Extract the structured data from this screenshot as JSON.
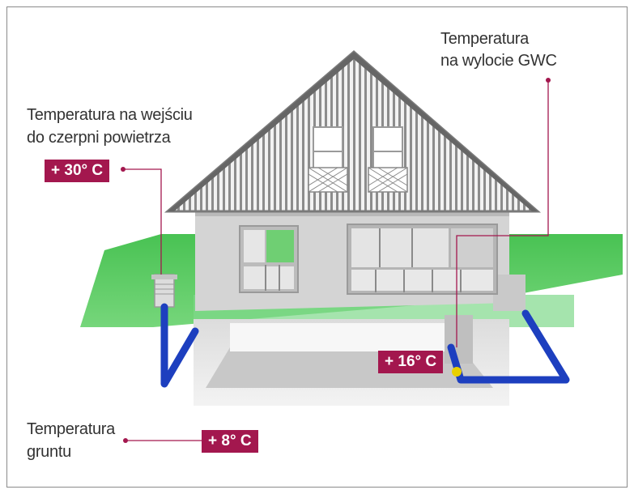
{
  "labels": {
    "intake_line1": "Temperatura na wejściu",
    "intake_line2": "do czerpni powietrza",
    "outlet_line1": "Temperatura",
    "outlet_line2": "na wylocie GWC",
    "ground_line1": "Temperatura",
    "ground_line2": "gruntu"
  },
  "badges": {
    "intake": "+ 30° C",
    "outlet": "+ 16° C",
    "ground": "+ 8° C"
  },
  "colors": {
    "accent": "#a3174e",
    "grass": "#3fbf4a",
    "pipe": "#1d3fbf",
    "wall": "#d6d6d6",
    "roof": "#9a9a9a"
  }
}
